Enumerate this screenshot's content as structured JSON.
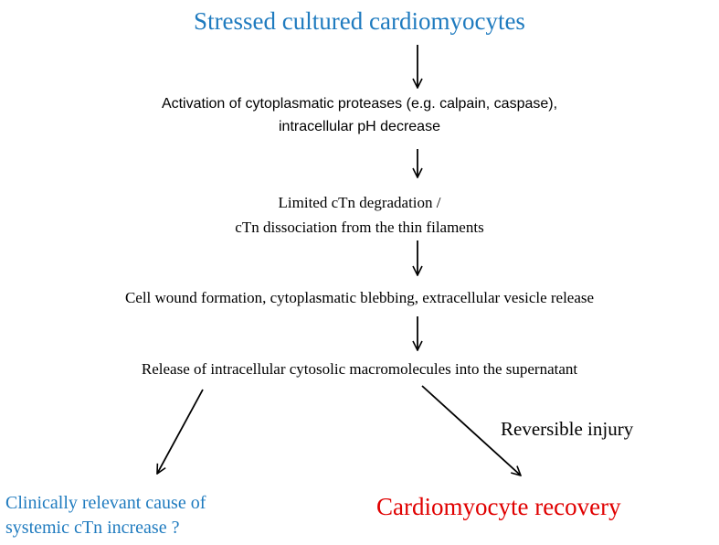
{
  "colors": {
    "title": "#1f7bbf",
    "text": "#000000",
    "left_outcome": "#1f7bbf",
    "right_outcome": "#e00000",
    "arrow": "#000000"
  },
  "diagram": {
    "title": "Stressed cultured cardiomyocytes",
    "step1": {
      "line1": "Activation of cytoplasmatic proteases (e.g. calpain, caspase),",
      "line2": "intracellular pH decrease"
    },
    "step2": {
      "line1": "Limited cTn degradation /",
      "line2": "cTn dissociation from the thin filaments"
    },
    "step3": "Cell wound formation, cytoplasmatic blebbing, extracellular vesicle release",
    "step4": "Release of intracellular cytosolic macromolecules into the supernatant",
    "branch_label": "Reversible injury",
    "left_outcome": {
      "line1": "Clinically relevant cause of",
      "line2": "systemic cTn increase ?"
    },
    "right_outcome": "Cardiomyocyte recovery"
  }
}
